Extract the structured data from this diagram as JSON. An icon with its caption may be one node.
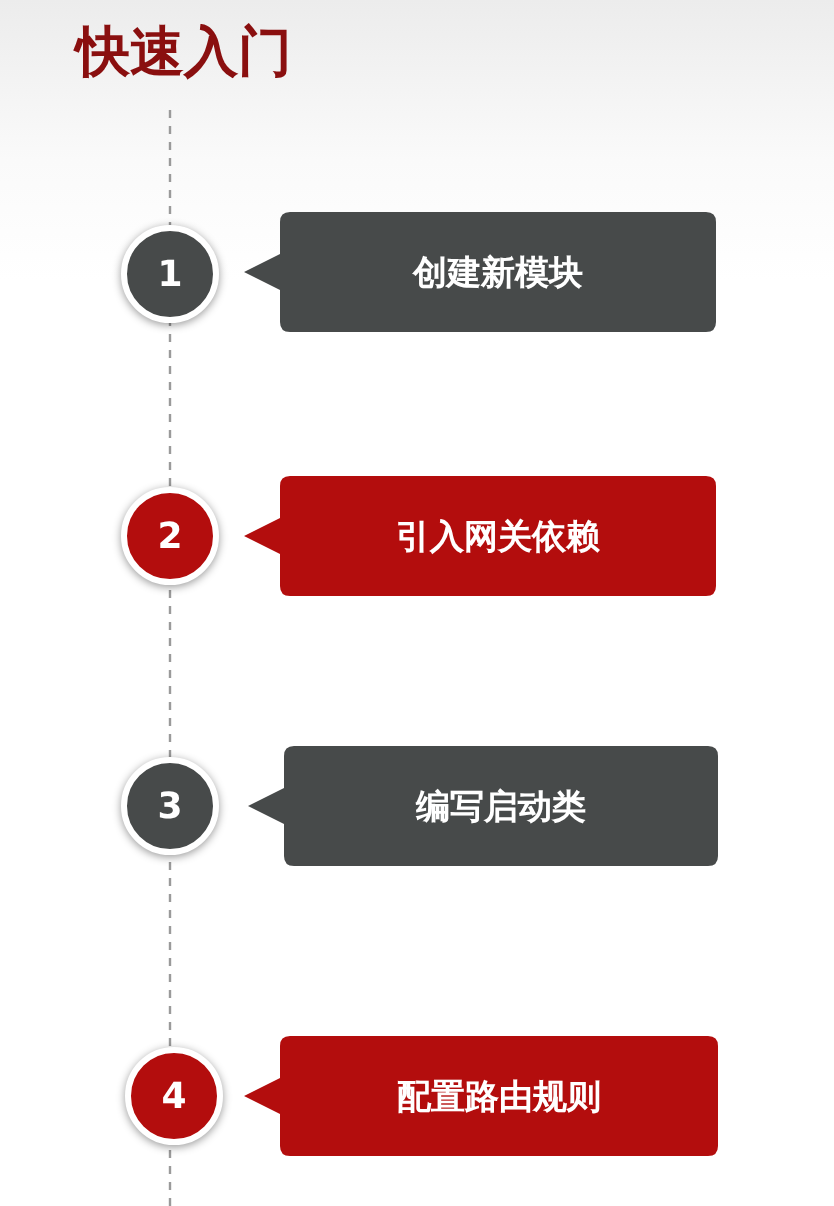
{
  "diagram": {
    "title": "快速入门",
    "nodes": [
      {
        "text": [
          "1"
        ]
      },
      {
        "text": [
          "创建新模块"
        ]
      },
      {
        "text": [
          "2"
        ]
      },
      {
        "text": [
          "引入网关依赖"
        ]
      },
      {
        "text": [
          "3"
        ]
      },
      {
        "text": [
          "编写启动类"
        ]
      },
      {
        "text": [
          "4"
        ]
      },
      {
        "text": [
          "配置路由规则"
        ]
      }
    ]
  }
}
